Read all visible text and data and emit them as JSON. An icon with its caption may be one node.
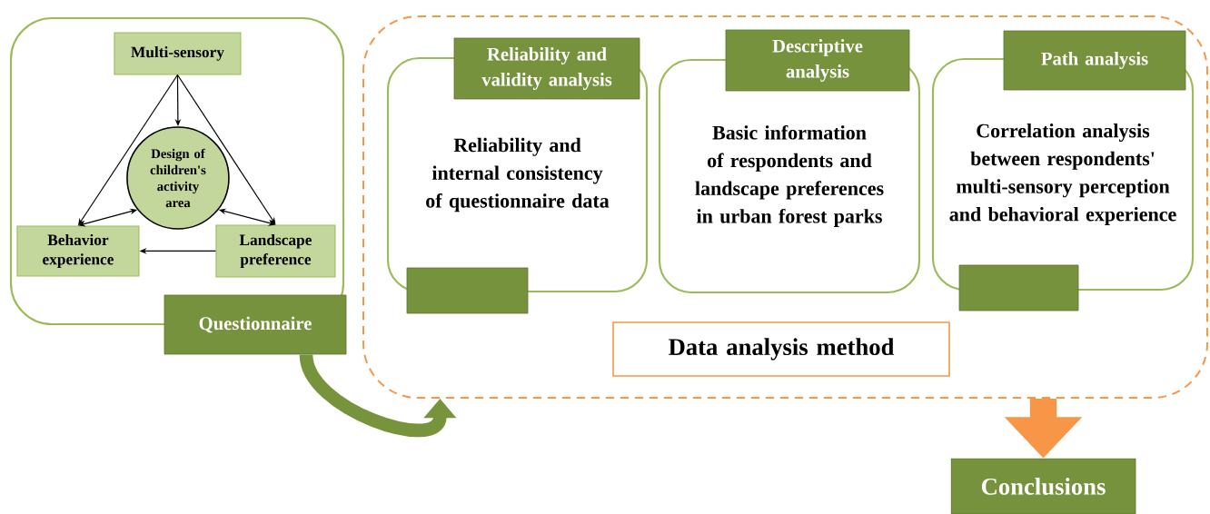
{
  "diagram": {
    "nodes": [
      {
        "text": [],
        "shape": "box"
      },
      {
        "text": [
          "Multi-sensory"
        ],
        "in": 0
      },
      {
        "text": [
          "Design of children's activity area"
        ],
        "in": 0
      },
      {
        "text": [
          "Behavior experience"
        ],
        "in": 0
      },
      {
        "text": [
          "Landscape preference"
        ],
        "in": 0
      },
      {
        "text": [
          "Questionnaire"
        ]
      },
      {
        "text": [],
        "shape": "box"
      },
      {
        "text": [
          "Reliability and validity analysis"
        ],
        "in": 6
      },
      {
        "text": [
          "Reliability and internal consistency of questionnaire data"
        ],
        "in": 6
      },
      {
        "text": [],
        "shape": "box",
        "in": 6
      },
      {
        "text": [
          "Descriptive analysis"
        ],
        "in": 6
      },
      {
        "text": [
          "Basic information of respondents and landscape preferences in urban forest parks"
        ],
        "in": 6
      },
      {
        "text": [
          "Path analysis"
        ],
        "in": 6
      },
      {
        "text": [
          "Correlation analysis between respondents' multi-sensory perception and behavioral experience"
        ],
        "in": 6
      },
      {
        "text": [],
        "shape": "box",
        "in": 6
      },
      {
        "text": [
          "Data analysis method"
        ],
        "in": 6
      },
      {
        "text": [
          "Conclusions"
        ]
      }
    ],
    "edges": [
      {
        "from": 1,
        "to": 2,
        "arrow": "to"
      },
      {
        "from": 1,
        "to": 3,
        "arrow": "to"
      },
      {
        "from": 1,
        "to": 4,
        "arrow": "to"
      },
      {
        "from": 3,
        "to": 2,
        "arrow": "both"
      },
      {
        "from": 4,
        "to": 2,
        "arrow": "both"
      },
      {
        "from": 4,
        "to": 3,
        "arrow": "to"
      },
      {
        "from": 5,
        "to": 6,
        "arrow": "to",
        "style": "thick",
        "color": "#77933c"
      },
      {
        "from": 6,
        "to": 16,
        "arrow": "to",
        "style": "thick",
        "color": "#f79646"
      }
    ]
  }
}
